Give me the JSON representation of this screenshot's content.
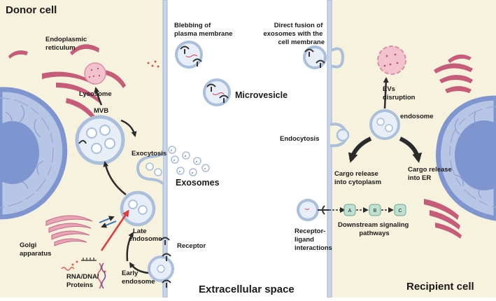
{
  "regions": {
    "donor_cell": "Donor cell",
    "recipient_cell": "Recipient cell",
    "extracellular_space": "Extracellular space"
  },
  "donor_labels": {
    "endoplasmic_reticulum": [
      "Endoplasmic",
      "reticulum"
    ],
    "lysosome": "Lysosome",
    "mvb": "MVB",
    "exocytosis": "Exocytosis",
    "late_endosome": [
      "Late",
      "endosome"
    ],
    "golgi_apparatus": [
      "Golgi",
      "apparatus"
    ],
    "cargo": [
      "RNA/DNA/",
      "Proteins"
    ],
    "early_endosome": [
      "Early",
      "endosome"
    ],
    "receptor": "Receptor"
  },
  "extracellular_labels": {
    "blebbing": [
      "Blebbing of",
      "plasma membrane"
    ],
    "microvesicle": "Microvesicle",
    "exosomes": "Exosomes",
    "direct_fusion": [
      "Direct fusion of",
      "exosomes with the",
      "cell membrane"
    ]
  },
  "recipient_labels": {
    "evs_disruption": [
      "EVs",
      "disruption"
    ],
    "endosome": "endosome",
    "endocytosis": "Endocytosis",
    "cargo_cytoplasm": [
      "Cargo release",
      "into cytoplasm"
    ],
    "cargo_er": [
      "Cargo release",
      "into ER"
    ],
    "receptor_ligand": [
      "Receptor-",
      "ligand",
      "interactions"
    ],
    "downstream": [
      "Downstream signaling",
      "pathways"
    ],
    "pathway_nodes": [
      "A",
      "B",
      "C"
    ]
  },
  "colors": {
    "cytoplasm": "#f6f2dd",
    "extracellular": "#ffffff",
    "membrane": "#a9bfdb",
    "nucleus": "#b8c6e6",
    "nucleus_core": "#7f95cf",
    "er": "#c65b7a",
    "lysosome": "#f2c3cf",
    "vesicle": "#bcd0e8",
    "arrow": "#2b2b2b",
    "red_arrow": "#e03b3b",
    "pathway_node": "#bfe0d2"
  }
}
